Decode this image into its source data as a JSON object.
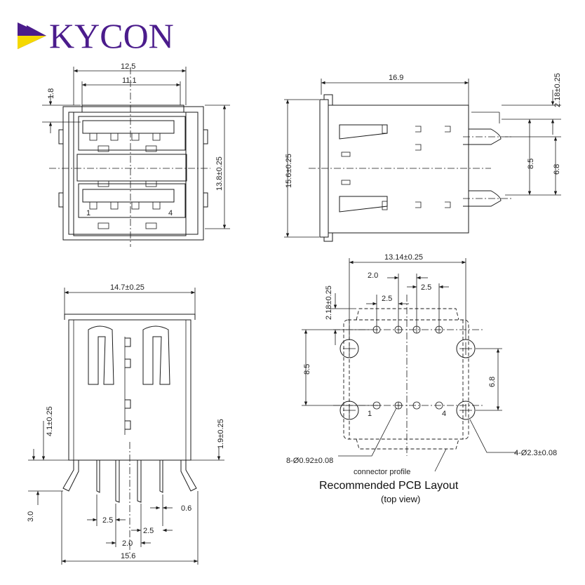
{
  "brand": {
    "name": "KYCON",
    "color": "#4b1c8c",
    "accent": "#f5d800"
  },
  "views": {
    "front": {
      "dims": {
        "width": "12.5",
        "inner": "11.1",
        "top": "1.8",
        "height": "13.8±0.25"
      },
      "pins": {
        "first": "1",
        "last": "4"
      }
    },
    "side": {
      "dims": {
        "depth": "16.9",
        "height": "15.6±0.25",
        "offset": "2.18±0.25",
        "pitch": "8.5",
        "peg": "6.8"
      }
    },
    "bottom": {
      "dims": {
        "width": "14.7±0.25",
        "standoff": "4.1±0.25",
        "tail": "1.9±0.25",
        "lead": "3.0",
        "pin_pitch_a": "2.5",
        "pin_pitch_b": "2.5",
        "pin_center": "2.0",
        "pin_width": "0.6",
        "overall": "15.6"
      }
    },
    "pcb": {
      "dims": {
        "width": "13.14±0.25",
        "pitch_top": "2.0",
        "pitch_top2": "2.5",
        "pitch_mid": "2.5",
        "offset": "2.18±0.25",
        "row": "8.5",
        "peg": "6.8"
      },
      "pins": {
        "first": "1",
        "last": "4"
      },
      "labels": {
        "holes": "8-Ø0.92±0.08",
        "pegs": "4-Ø2.3±0.08",
        "profile": "connector profile"
      },
      "title": "Recommended PCB Layout",
      "subtitle": "(top view)"
    }
  }
}
